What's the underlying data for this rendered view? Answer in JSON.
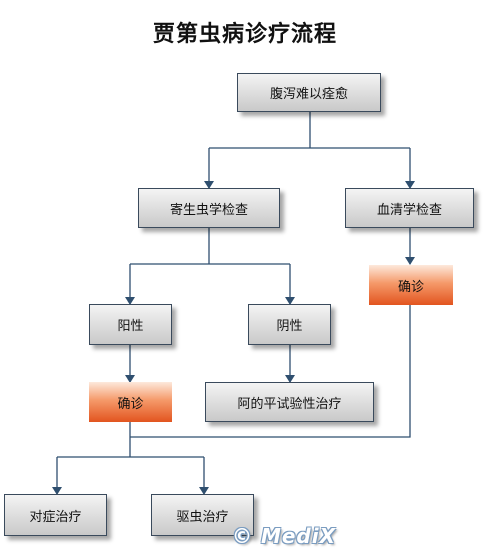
{
  "title": "贾第虫病诊疗流程",
  "nodes": {
    "diarrhea": "腹泻难以痊愈",
    "parasite_exam": "寄生虫学检查",
    "serum_exam": "血清学检查",
    "serum_confirm": "确诊",
    "positive": "阳性",
    "negative": "阴性",
    "confirm": "确诊",
    "trial_treatment": "阿的平试验性治疗",
    "symptomatic": "对症治疗",
    "deworm": "驱虫治疗"
  },
  "watermark": "© MediX",
  "colors": {
    "connector": "#2f4f6f",
    "accent": "#e2541f",
    "node_border": "#3a4a5c"
  }
}
